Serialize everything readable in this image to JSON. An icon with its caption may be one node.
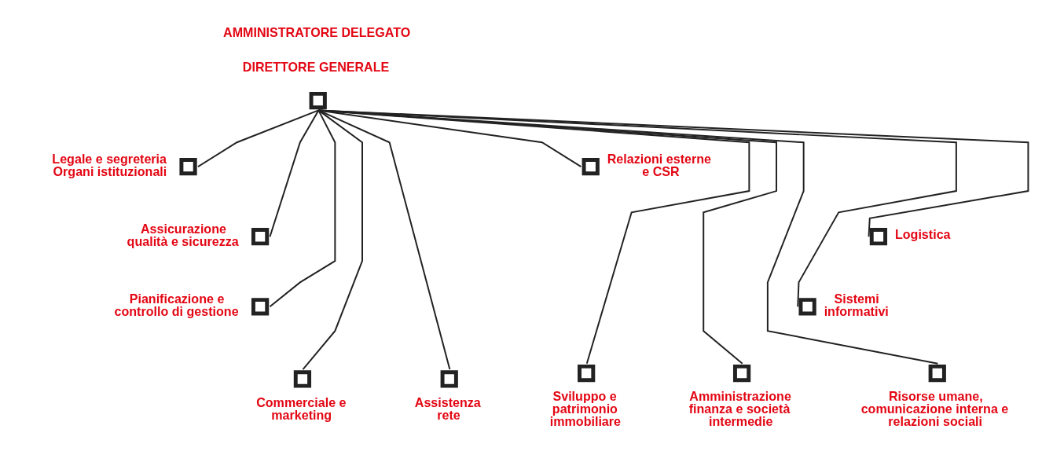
{
  "diagram": {
    "nodes": [
      {
        "text": [],
        "shape": "box",
        "beside": [
          "AMMINISTRATORE DELEGATO",
          "DIRETTORE GENERALE"
        ]
      },
      {
        "text": [],
        "shape": "box",
        "beside": [
          "Legale e segreteria Organi istituzionali"
        ]
      },
      {
        "text": [],
        "shape": "box",
        "beside": [
          "Relazioni esterne e CSR"
        ]
      },
      {
        "text": [],
        "shape": "box",
        "beside": [
          "Assicurazione qualità e sicurezza"
        ]
      },
      {
        "text": [],
        "shape": "box",
        "beside": [
          "Logistica"
        ]
      },
      {
        "text": [],
        "shape": "box",
        "beside": [
          "Pianificazione e controllo di gestione"
        ]
      },
      {
        "text": [],
        "shape": "box",
        "beside": [
          "Sistemi informativi"
        ]
      },
      {
        "text": [],
        "shape": "box",
        "beside": [
          "Commerciale e marketing"
        ]
      },
      {
        "text": [],
        "shape": "box",
        "beside": [
          "Assistenza rete"
        ]
      },
      {
        "text": [],
        "shape": "box",
        "beside": [
          "Sviluppo e patrimonio immobiliare"
        ]
      },
      {
        "text": [],
        "shape": "box",
        "beside": [
          "Amministrazione finanza e società intermedie"
        ]
      },
      {
        "text": [],
        "shape": "box",
        "beside": [
          "Risorse umane, comunicazione interna e relazioni sociali"
        ]
      }
    ],
    "edges": [
      {
        "from": 0,
        "to": 1,
        "arrow": "none"
      },
      {
        "from": 0,
        "to": 2,
        "arrow": "none"
      },
      {
        "from": 0,
        "to": 3,
        "arrow": "none"
      },
      {
        "from": 0,
        "to": 4,
        "arrow": "none"
      },
      {
        "from": 0,
        "to": 5,
        "arrow": "none"
      },
      {
        "from": 0,
        "to": 6,
        "arrow": "none"
      },
      {
        "from": 0,
        "to": 7,
        "arrow": "none"
      },
      {
        "from": 0,
        "to": 8,
        "arrow": "none"
      },
      {
        "from": 0,
        "to": 9,
        "arrow": "none"
      },
      {
        "from": 0,
        "to": 10,
        "arrow": "none"
      },
      {
        "from": 0,
        "to": 11,
        "arrow": "none"
      }
    ]
  }
}
